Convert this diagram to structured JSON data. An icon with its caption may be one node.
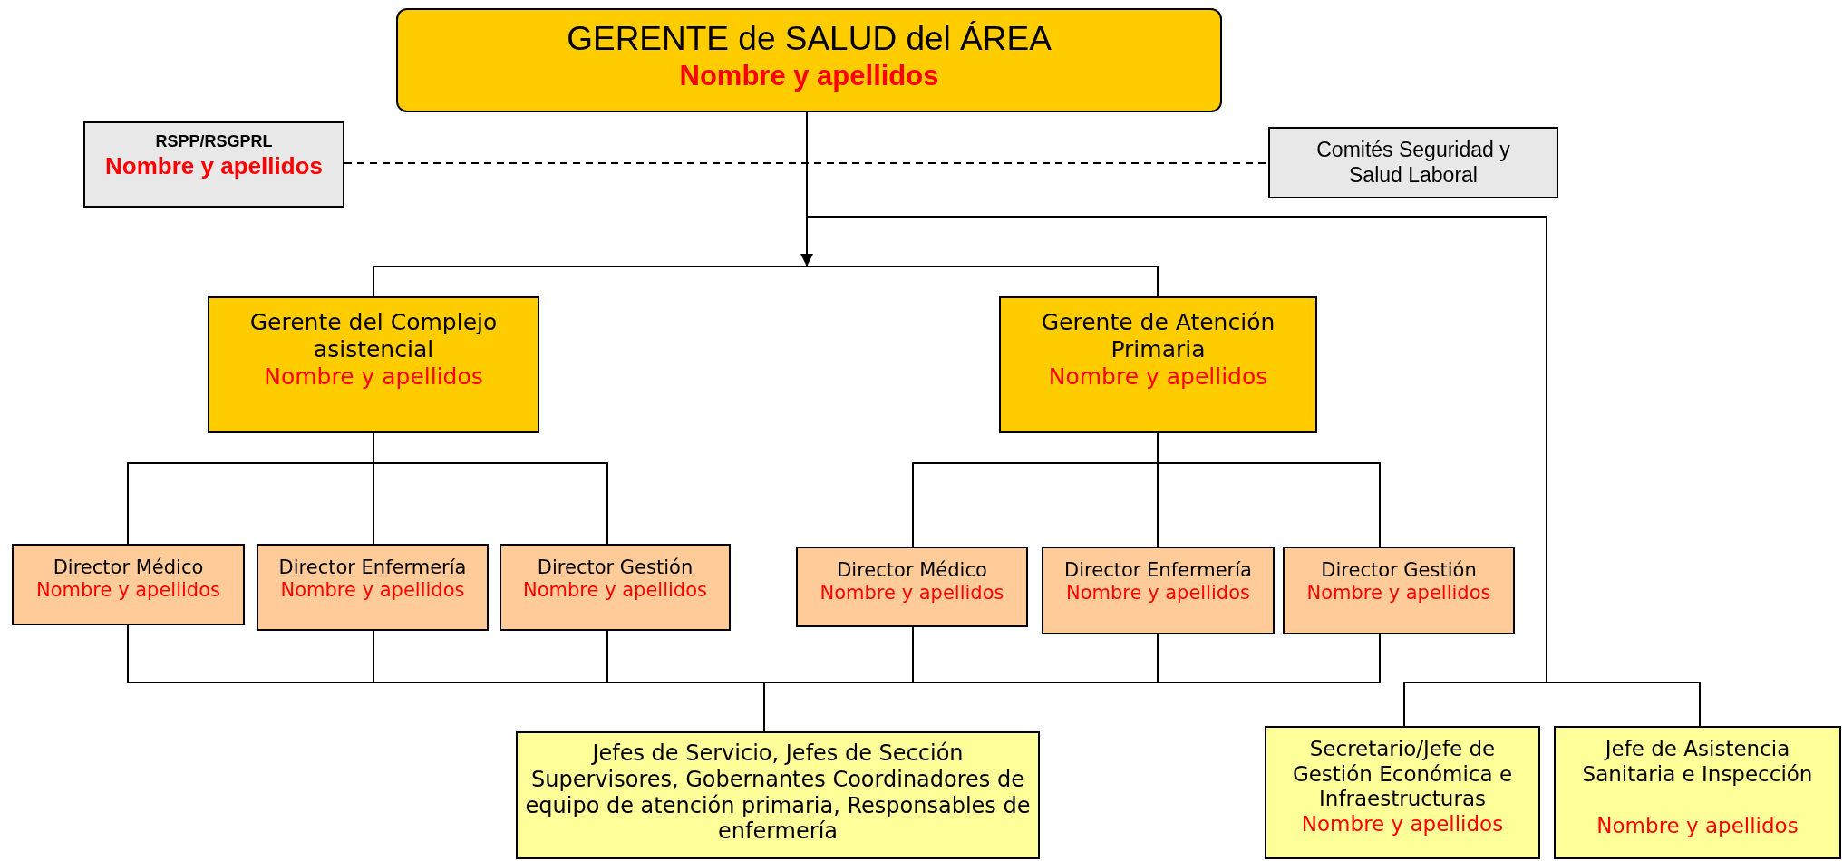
{
  "diagram": {
    "nodes": [
      {
        "text": [
          "GERENTE de SALUD del ÁREA",
          "Nombre y apellidos"
        ]
      },
      {
        "text": [
          "RSPP/RSGPRL",
          "Nombre y apellidos"
        ]
      },
      {
        "text": [
          "Comités Seguridad y Salud Laboral"
        ]
      },
      {
        "text": [
          "Gerente del Complejo asistencial",
          "Nombre y apellidos"
        ]
      },
      {
        "text": [
          "Gerente de Atención Primaria",
          "Nombre y apellidos"
        ]
      },
      {
        "text": [
          "Director Médico",
          "Nombre y apellidos"
        ]
      },
      {
        "text": [
          "Director Enfermería",
          "Nombre y apellidos"
        ]
      },
      {
        "text": [
          "Director Gestión",
          "Nombre y apellidos"
        ]
      },
      {
        "text": [
          "Director Médico",
          "Nombre y apellidos"
        ]
      },
      {
        "text": [
          "Director Enfermería",
          "Nombre y apellidos"
        ]
      },
      {
        "text": [
          "Director Gestión",
          "Nombre y apellidos"
        ]
      },
      {
        "text": [
          "Jefes de Servicio, Jefes de Sección Supervisores, Gobernantes Coordinadores de equipo de atención primaria, Responsables de enfermería"
        ]
      },
      {
        "text": [
          "Secretario/Jefe de Gestión Económica e Infraestructuras",
          "Nombre y apellidos"
        ]
      },
      {
        "text": [
          "Jefe de Asistencia Sanitaria e Inspección",
          "Nombre y apellidos"
        ]
      }
    ],
    "edges": [
      {
        "from": 0,
        "to": null,
        "arrow": "to"
      },
      {
        "from": 0,
        "to": 3,
        "arrow": "none"
      },
      {
        "from": 0,
        "to": 4,
        "arrow": "none"
      },
      {
        "from": 0,
        "to": 12,
        "arrow": "none"
      },
      {
        "from": 0,
        "to": 13,
        "arrow": "none"
      },
      {
        "from": 1,
        "to": 2,
        "arrow": "none",
        "style": "dashed"
      },
      {
        "from": 3,
        "to": 5,
        "arrow": "none"
      },
      {
        "from": 3,
        "to": 6,
        "arrow": "none"
      },
      {
        "from": 3,
        "to": 7,
        "arrow": "none"
      },
      {
        "from": 4,
        "to": 8,
        "arrow": "none"
      },
      {
        "from": 4,
        "to": 9,
        "arrow": "none"
      },
      {
        "from": 4,
        "to": 10,
        "arrow": "none"
      },
      {
        "from": 5,
        "to": 11,
        "arrow": "none"
      },
      {
        "from": 6,
        "to": 11,
        "arrow": "none"
      },
      {
        "from": 7,
        "to": 11,
        "arrow": "none"
      },
      {
        "from": 8,
        "to": 11,
        "arrow": "none"
      },
      {
        "from": 9,
        "to": 11,
        "arrow": "none"
      },
      {
        "from": 10,
        "to": 11,
        "arrow": "none"
      }
    ]
  }
}
